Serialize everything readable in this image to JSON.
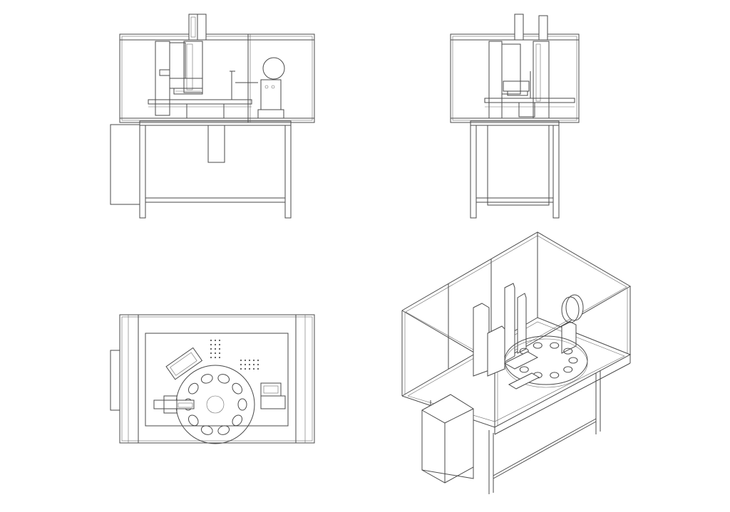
{
  "drawing": {
    "views": [
      {
        "id": "front-view"
      },
      {
        "id": "side-view"
      },
      {
        "id": "top-view"
      },
      {
        "id": "isometric-view"
      }
    ],
    "line_color": "#4a4a4a",
    "background": "#ffffff"
  }
}
